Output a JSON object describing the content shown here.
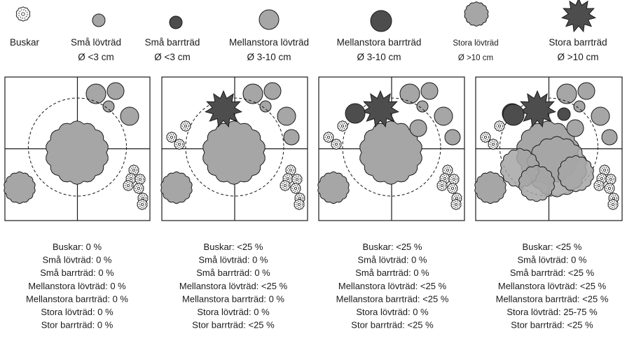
{
  "colors": {
    "light": "#a6a6a6",
    "dark": "#4d4d4d",
    "stroke": "#1a1a1a"
  },
  "legend": [
    {
      "icon": "shrub-icon",
      "lines": [
        "Buskar"
      ]
    },
    {
      "icon": "small-deciduous-icon",
      "lines": [
        "Små lövträd",
        "Ø <3 cm"
      ]
    },
    {
      "icon": "small-conifer-icon",
      "lines": [
        "Små barrträd",
        "Ø <3 cm"
      ]
    },
    {
      "icon": "medium-deciduous-icon",
      "lines": [
        "Mellanstora lövträd",
        "Ø 3-10 cm"
      ]
    },
    {
      "icon": "medium-conifer-icon",
      "lines": [
        "Mellanstora barrträd",
        "Ø 3-10 cm"
      ]
    },
    {
      "icon": "large-deciduous-icon",
      "lines": [
        "Stora lövträd",
        "Ø >10 cm"
      ]
    },
    {
      "icon": "large-conifer-icon",
      "lines": [
        "Stora barrträd",
        "Ø >10 cm"
      ]
    }
  ],
  "panels": [
    {
      "stats": [
        "Buskar: 0 %",
        "Små lövträd: 0 %",
        "Små barrträd: 0 %",
        "Mellanstora lövträd: 0 %",
        "Mellanstora barrträd: 0 %",
        "Stora lövträd: 0 %",
        "Stor barrträd: 0 %"
      ]
    },
    {
      "stats": [
        "Buskar: <25 %",
        "Små lövträd: 0 %",
        "Små barrträd: 0 %",
        "Mellanstora lövträd: <25 %",
        "Mellanstora barrträd: 0 %",
        "Stora lövträd: 0 %",
        "Stor barrträd: <25 %"
      ]
    },
    {
      "stats": [
        "Buskar: <25 %",
        "Små lövträd: 0 %",
        "Små barrträd: 0 %",
        "Mellanstora lövträd: <25 %",
        "Mellanstora barrträd: <25 %",
        "Stora lövträd: 0 %",
        "Stor barrträd: <25 %"
      ]
    },
    {
      "stats": [
        "Buskar: <25 %",
        "Små lövträd: 0 %",
        "Små barrträd: <25 %",
        "Mellanstora lövträd: <25 %",
        "Mellanstora barrträd: <25 %",
        "Stora lövträd: 25-75 %",
        "Stor barrträd: <25 %"
      ]
    }
  ]
}
